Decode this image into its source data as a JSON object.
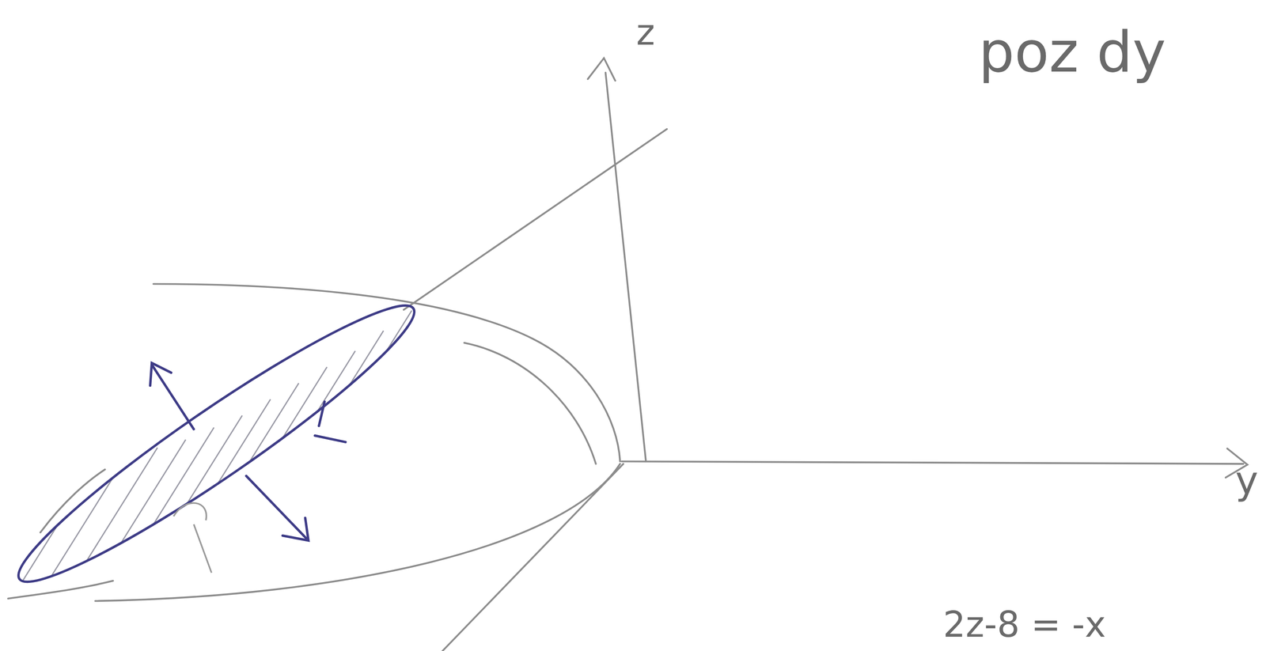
{
  "diagram": {
    "labels": [
      "z",
      "y",
      "poz dy",
      "2z-8 = -x"
    ]
  }
}
